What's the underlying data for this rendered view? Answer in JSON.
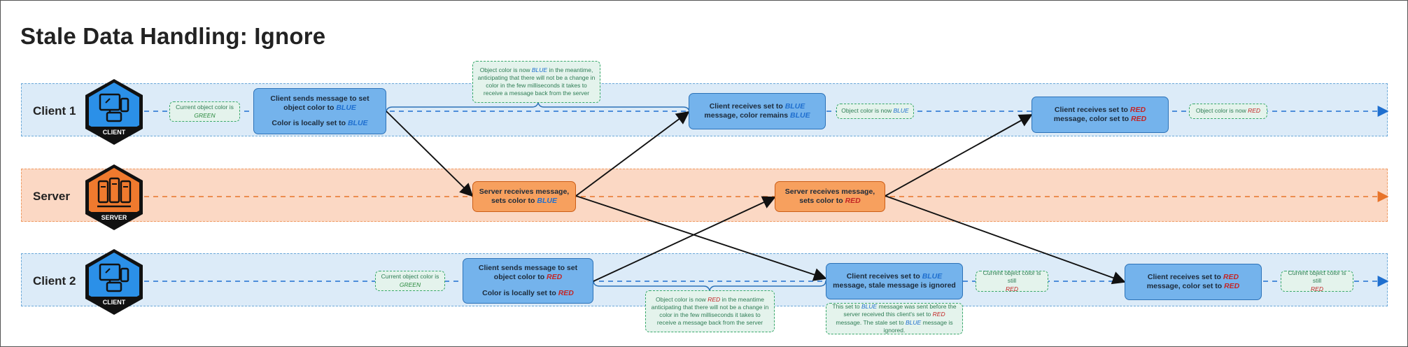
{
  "title": "Stale Data Handling: Ignore",
  "lanes": {
    "client1": "Client 1",
    "server": "Server",
    "client2": "Client 2"
  },
  "badges": {
    "client1": "CLIENT",
    "server": "SERVER",
    "client2": "CLIENT"
  },
  "colors": {
    "blue_lane": "#dcebf8",
    "orange_lane": "#fbd8c4",
    "client_box": "#74b3ec",
    "server_box": "#f7a05e",
    "note_green": "#e4f3ec"
  },
  "c1": {
    "current_note_a": "Current object color is",
    "current_note_b": "GREEN",
    "send_a": "Client sends message to set object color to",
    "send_b": "BLUE",
    "send_c": "Color is locally set to",
    "send_d": "BLUE",
    "top_note_a": "Object color is now",
    "top_note_b": "BLUE",
    "top_note_c": "in the meantime, anticipating that there will not be a change in color in the few milliseconds it takes to receive a message back from the server",
    "recv_blue_a": "Client receives set to",
    "recv_blue_b": "BLUE",
    "recv_blue_c": "message, color remains",
    "recv_blue_d": "BLUE",
    "now_blue_a": "Object color is now",
    "now_blue_b": "BLUE",
    "recv_red_a": "Client receives set to",
    "recv_red_b": "RED",
    "recv_red_c": "message, color set to",
    "recv_red_d": "RED",
    "now_red_a": "Object color is now",
    "now_red_b": "RED"
  },
  "srv": {
    "recv_blue_a": "Server receives message, sets color to",
    "recv_blue_b": "BLUE",
    "recv_red_a": "Server receives message, sets color to",
    "recv_red_b": "RED"
  },
  "c2": {
    "current_note_a": "Current object color is",
    "current_note_b": "GREEN",
    "send_a": "Client sends message to set object color to",
    "send_b": "RED",
    "send_c": "Color is locally set to",
    "send_d": "RED",
    "bottom_note_a": "Object color is now",
    "bottom_note_b": "RED",
    "bottom_note_c": "in the meantime anticipating that there will not be a change in color in the few milliseconds it takes to receive a message back from the server",
    "recv_blue_a": "Client receives set to",
    "recv_blue_b": "BLUE",
    "recv_blue_c": "message, stale message is ignored",
    "stale_note_a": "This set to",
    "stale_note_b": "BLUE",
    "stale_note_c": "message was sent before the server received this client's set to",
    "stale_note_d": "RED",
    "stale_note_e": "message. The stale set to",
    "stale_note_f": "BLUE",
    "stale_note_g": "message is ignored.",
    "still_red1_a": "Current object color is still",
    "still_red1_b": "RED",
    "recv_red_a": "Client receives set to",
    "recv_red_b": "RED",
    "recv_red_c": "message, color set to",
    "recv_red_d": "RED",
    "still_red2_a": "Current object color is still",
    "still_red2_b": "RED"
  }
}
